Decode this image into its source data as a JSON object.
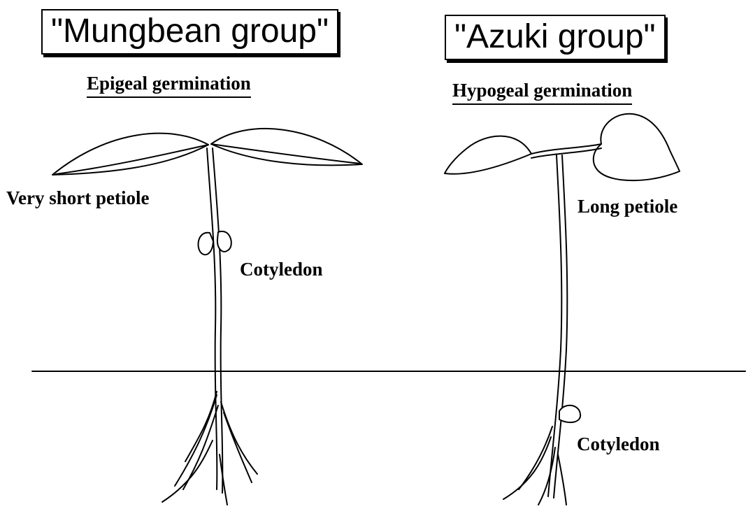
{
  "mungbean": {
    "group_title": "\"Mungbean group\"",
    "germination_type": "Epigeal germination",
    "petiole_label": "Very short petiole",
    "cotyledon_label": "Cotyledon"
  },
  "azuki": {
    "group_title": "\"Azuki group\"",
    "germination_type": "Hypogeal germination",
    "petiole_label": "Long petiole",
    "cotyledon_label": "Cotyledon"
  }
}
